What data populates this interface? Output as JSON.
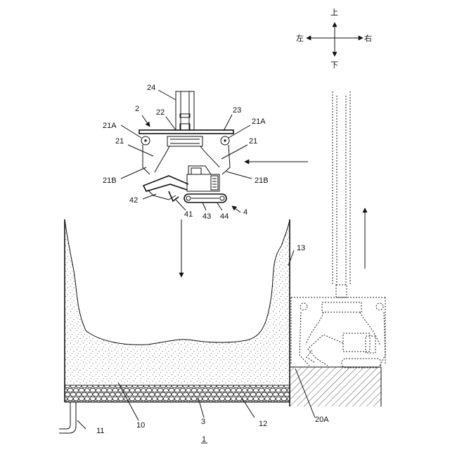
{
  "compass": {
    "up": "上",
    "down": "下",
    "left": "左",
    "right": "右"
  },
  "labels": {
    "l24": "24",
    "l2": "2",
    "l22": "22",
    "l23": "23",
    "l21A_left": "21A",
    "l21A_right": "21A",
    "l21_left": "21",
    "l21_right": "21",
    "l21B_left": "21B",
    "l21B_right": "21B",
    "l42": "42",
    "l41": "41",
    "l43": "43",
    "l44": "44",
    "l4": "4",
    "l13": "13",
    "l10": "10",
    "l3": "3",
    "l12": "12",
    "l11": "11",
    "l20A": "20A",
    "l1": "1"
  }
}
